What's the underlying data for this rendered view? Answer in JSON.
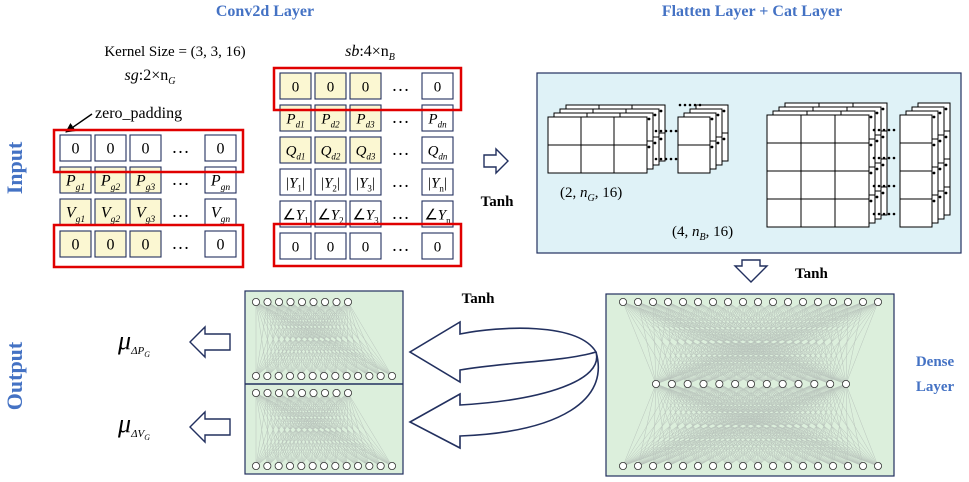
{
  "titles": {
    "conv2d": "Conv2d Layer",
    "flatten": "Flatten Layer + Cat Layer",
    "input": "Input",
    "output": "Output",
    "dense_line1": "Dense",
    "dense_line2": "Layer"
  },
  "kernel_label": "Kernel Size = (3, 3, 16)",
  "sg": {
    "name": "sg",
    "rest": ":2×n",
    "sub": "G"
  },
  "sb": {
    "name": "sb",
    "rest": ":4×n",
    "sub": "B"
  },
  "zero_padding": "zero_padding",
  "sg_grid": {
    "rows": [
      {
        "cells": [
          "0",
          "0",
          "0",
          "…",
          "0"
        ],
        "fill": "white"
      },
      {
        "cells": [
          "Pg1",
          "Pg2",
          "Pg3",
          "…",
          "Pgn"
        ],
        "fill": "yellow"
      },
      {
        "cells": [
          "Vg1",
          "Vg2",
          "Vg3",
          "…",
          "Vgn"
        ],
        "fill": "yellow"
      },
      {
        "cells": [
          "0",
          "0",
          "0",
          "…",
          "0"
        ],
        "fill": "yellow"
      }
    ]
  },
  "sb_grid": {
    "rows": [
      {
        "cells": [
          "0",
          "0",
          "0",
          "…",
          "0"
        ],
        "fill": "yellow"
      },
      {
        "cells": [
          "Pd1",
          "Pd2",
          "Pd3",
          "…",
          "Pdn"
        ],
        "fill": "yellow"
      },
      {
        "cells": [
          "Qd1",
          "Qd2",
          "Qd3",
          "…",
          "Qdn"
        ],
        "fill": "yellow"
      },
      {
        "cells": [
          "|Y1|",
          "|Y2|",
          "|Y3|",
          "…",
          "|Yn|"
        ],
        "fill": "white"
      },
      {
        "cells": [
          "∠Y1",
          "∠Y2",
          "∠Y3",
          "…",
          "∠Yn"
        ],
        "fill": "white"
      },
      {
        "cells": [
          "0",
          "0",
          "0",
          "…",
          "0"
        ],
        "fill": "white"
      }
    ]
  },
  "tanh_labels": [
    "Tanh",
    "Tanh",
    "Tanh"
  ],
  "shape_g": {
    "open": "(2, ",
    "n": "n",
    "sub": "G",
    "close": ", 16)"
  },
  "shape_b": {
    "open": "(4, ",
    "n": "n",
    "sub": "B",
    "close": ", 16)"
  },
  "outputs": [
    {
      "mu": "μ",
      "sub": "ΔP",
      "subsub": "G"
    },
    {
      "mu": "μ",
      "sub": "ΔV",
      "subsub": "G"
    }
  ],
  "colors": {
    "title_blue": "#4472c4",
    "highlight_red": "#e00000",
    "cell_yellow": "#fbf7d2",
    "flatten_panel": "#dff2f7",
    "dense_panel": "#dcefdc",
    "grid_border": "#22305f"
  }
}
